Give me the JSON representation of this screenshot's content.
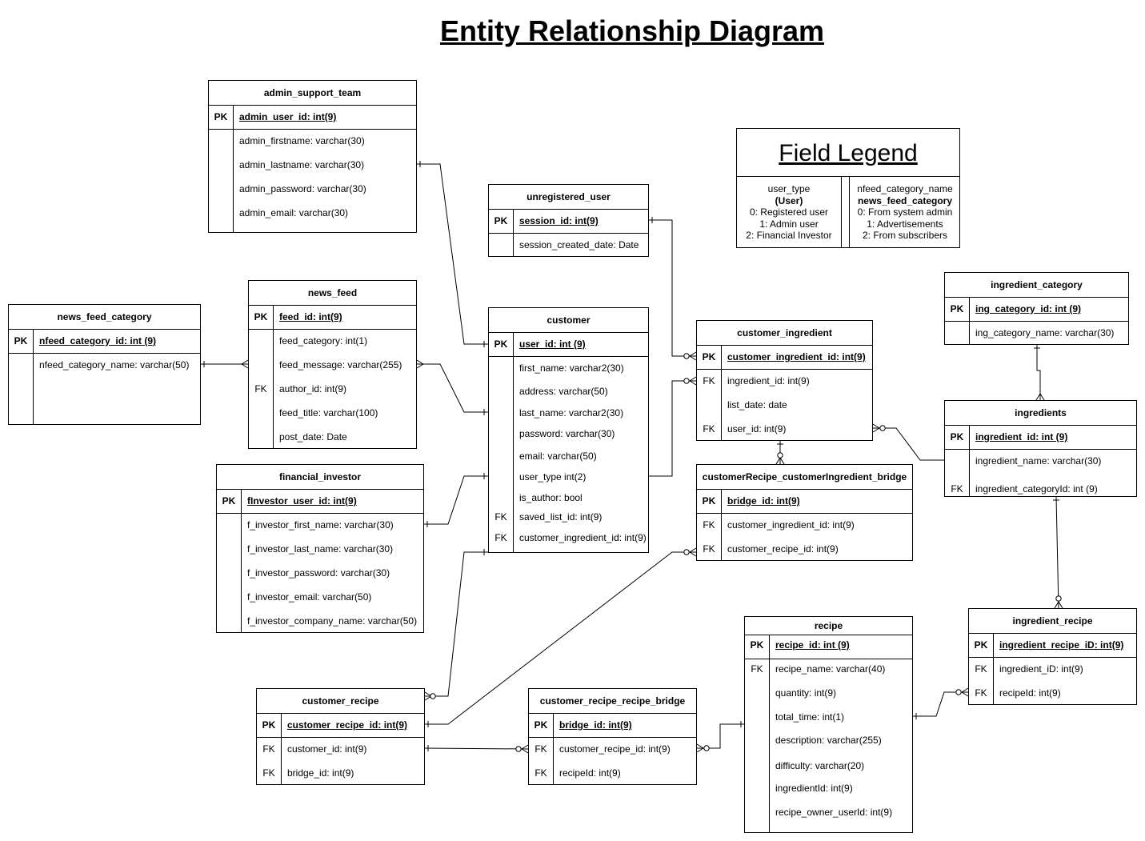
{
  "title": "Entity Relationship Diagram",
  "legend": {
    "title": "Field Legend",
    "columns": [
      {
        "header": "user_type",
        "subheader": "(User)",
        "items": [
          "0: Registered user",
          "1: Admin user",
          "2: Financial Investor"
        ]
      },
      {
        "header": "nfeed_category_name",
        "subheader": "news_feed_category",
        "items": [
          "0: From system admin",
          "1: Advertisements",
          "2: From subscribers"
        ]
      }
    ]
  },
  "entities": [
    {
      "id": "admin_support_team",
      "name": "admin_support_team",
      "rows": [
        {
          "key": "PK",
          "field": "admin_user_id:  int(9)"
        },
        {
          "key": "",
          "field": "admin_firstname: varchar(30)"
        },
        {
          "key": "",
          "field": "admin_lastname: varchar(30)"
        },
        {
          "key": "",
          "field": "admin_password: varchar(30)"
        },
        {
          "key": "",
          "field": "admin_email: varchar(30)"
        }
      ]
    },
    {
      "id": "unregistered_user",
      "name": "unregistered_user",
      "rows": [
        {
          "key": "PK",
          "field": "session_id:  int(9)"
        },
        {
          "key": "",
          "field": "session_created_date: Date"
        }
      ]
    },
    {
      "id": "news_feed_category",
      "name": "news_feed_category",
      "rows": [
        {
          "key": "PK",
          "field": "nfeed_category_id:  int (9)"
        },
        {
          "key": "",
          "field": "nfeed_category_name: varchar(50)"
        }
      ]
    },
    {
      "id": "news_feed",
      "name": "news_feed",
      "rows": [
        {
          "key": "PK",
          "field": "feed_id:  int(9)"
        },
        {
          "key": "",
          "field": "feed_category: int(1)"
        },
        {
          "key": "",
          "field": "feed_message: varchar(255)"
        },
        {
          "key": "FK",
          "field": "author_id: int(9)"
        },
        {
          "key": "",
          "field": "feed_title: varchar(100)"
        },
        {
          "key": "",
          "field": "post_date: Date"
        }
      ]
    },
    {
      "id": "customer",
      "name": "customer",
      "rows": [
        {
          "key": "PK",
          "field": "user_id: int (9)"
        },
        {
          "key": "",
          "field": "first_name: varchar2(30)"
        },
        {
          "key": "",
          "field": "address: varchar(50)"
        },
        {
          "key": "",
          "field": "last_name: varchar2(30)"
        },
        {
          "key": "",
          "field": "password: varchar(30)"
        },
        {
          "key": "",
          "field": "email: varchar(50)"
        },
        {
          "key": "",
          "field": "user_type int(2)"
        },
        {
          "key": "",
          "field": "is_author: bool"
        },
        {
          "key": "FK",
          "field": "saved_list_id: int(9)"
        },
        {
          "key": "FK",
          "field": "customer_ingredient_id: int(9)"
        }
      ]
    },
    {
      "id": "customer_ingredient",
      "name": "customer_ingredient",
      "rows": [
        {
          "key": "PK",
          "field": "customer_ingredient_id:  int(9)"
        },
        {
          "key": "FK",
          "field": "ingredient_id: int(9)"
        },
        {
          "key": "",
          "field": "list_date: date"
        },
        {
          "key": "FK",
          "field": "user_id: int(9)"
        }
      ]
    },
    {
      "id": "ingredient_category",
      "name": "ingredient_category",
      "rows": [
        {
          "key": "PK",
          "field": "ing_category_id:  int (9)"
        },
        {
          "key": "",
          "field": "ing_category_name: varchar(30)"
        }
      ]
    },
    {
      "id": "ingredients",
      "name": "ingredients",
      "rows": [
        {
          "key": "PK",
          "field": "ingredient_id:  int (9)"
        },
        {
          "key": "",
          "field": "ingredient_name: varchar(30)"
        },
        {
          "key": "FK",
          "field": "ingredient_categoryId: int (9)"
        }
      ]
    },
    {
      "id": "financial_investor",
      "name": "financial_investor",
      "rows": [
        {
          "key": "PK",
          "field": "fInvestor_user_id:  int(9)"
        },
        {
          "key": "",
          "field": "f_investor_first_name: varchar(30)"
        },
        {
          "key": "",
          "field": "f_investor_last_name: varchar(30)"
        },
        {
          "key": "",
          "field": "f_investor_password: varchar(30)"
        },
        {
          "key": "",
          "field": "f_investor_email: varchar(50)"
        },
        {
          "key": "",
          "field": "f_investor_company_name: varchar(50)"
        }
      ]
    },
    {
      "id": "bridge",
      "name": "customerRecipe_customerIngredient_bridge",
      "rows": [
        {
          "key": "PK",
          "field": "bridge_id:  int(9)"
        },
        {
          "key": "FK",
          "field": "customer_ingredient_id: int(9)"
        },
        {
          "key": "FK",
          "field": "customer_recipe_id: int(9)"
        }
      ]
    },
    {
      "id": "ingredient_recipe",
      "name": "ingredient_recipe",
      "rows": [
        {
          "key": "PK",
          "field": "ingredient_recipe_iD:  int(9)"
        },
        {
          "key": "FK",
          "field": "ingredient_iD: int(9)"
        },
        {
          "key": "FK",
          "field": "recipeId: int(9)"
        }
      ]
    },
    {
      "id": "recipe",
      "name": "recipe",
      "rows": [
        {
          "key": "PK",
          "field": "recipe_id:  int (9)"
        },
        {
          "key": "FK",
          "field": "recipe_name: varchar(40)"
        },
        {
          "key": "",
          "field": "quantity: int(9)"
        },
        {
          "key": "",
          "field": "total_time: int(1)"
        },
        {
          "key": "",
          "field": "description: varchar(255)"
        },
        {
          "key": "",
          "field": "difficulty: varchar(20)"
        },
        {
          "key": "",
          "field": "ingredientId: int(9)"
        },
        {
          "key": "",
          "field": "recipe_owner_userId: int(9)"
        }
      ]
    },
    {
      "id": "customer_recipe",
      "name": "customer_recipe",
      "rows": [
        {
          "key": "PK",
          "field": "customer_recipe_id:  int(9)"
        },
        {
          "key": "FK",
          "field": "customer_id: int(9)"
        },
        {
          "key": "FK",
          "field": "bridge_id: int(9)"
        }
      ]
    },
    {
      "id": "customer_recipe_recipe_bridge",
      "name": "customer_recipe_recipe_bridge",
      "rows": [
        {
          "key": "PK",
          "field": "bridge_id:  int(9)"
        },
        {
          "key": "FK",
          "field": "customer_recipe_id: int(9)"
        },
        {
          "key": "FK",
          "field": "recipeId: int(9)"
        }
      ]
    }
  ]
}
